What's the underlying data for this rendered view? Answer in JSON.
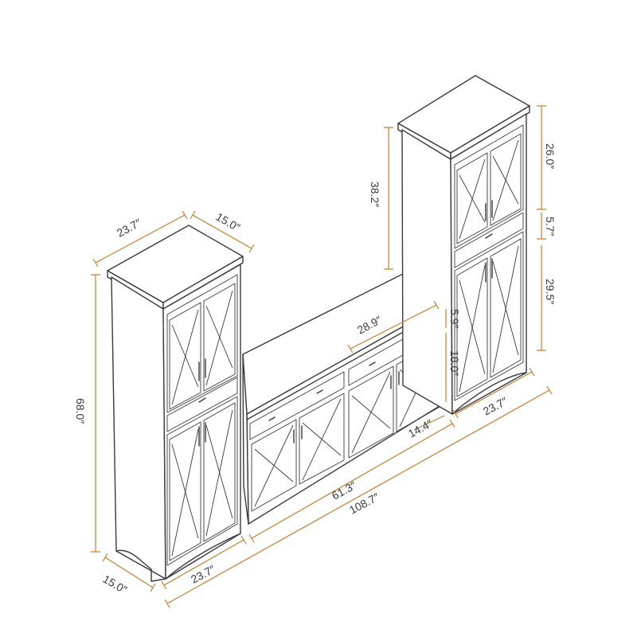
{
  "dimensions": {
    "left_cabinet_width": "23.7″",
    "left_cabinet_depth": "15.0″",
    "left_cabinet_height": "68.0″",
    "left_cabinet_bottom_width": "23.7″",
    "left_cabinet_bottom_depth": "15.0″",
    "gap_height": "38.2″",
    "right_upper_height": "26.0″",
    "right_drawer_height": "5.7″",
    "right_lower_height": "29.5″",
    "right_cabinet_width": "23.7″",
    "console_drawer_width": "28.9″",
    "console_drawer_height": "5.9″",
    "console_cabinet_height": "18.0″",
    "console_depth": "14.4″",
    "console_width": "61.3″",
    "total_width": "108.7″"
  },
  "colors": {
    "line": "#3a3a3a",
    "dimension": "#c97a2c",
    "background": "#ffffff"
  }
}
